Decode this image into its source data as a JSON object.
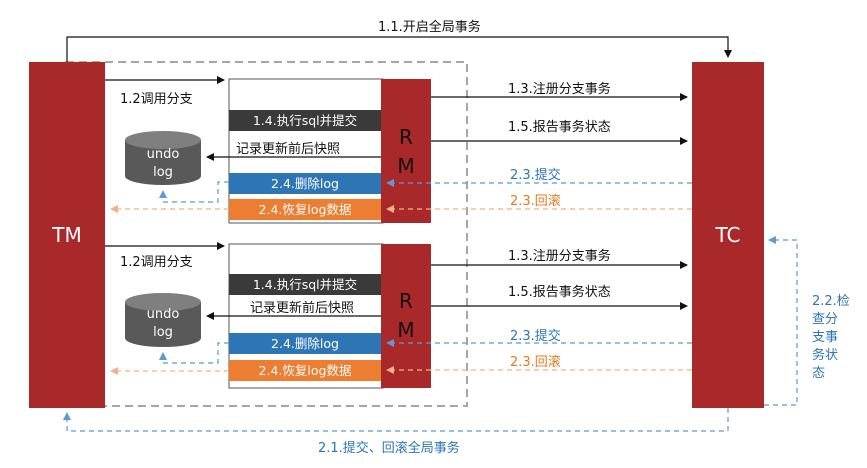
{
  "nodes": {
    "tm": "TM",
    "tc": "TC",
    "rm_top_line1": "R",
    "rm_top_line2": "M",
    "rm_bottom_line1": "R",
    "rm_bottom_line2": "M",
    "undo_line1": "undo",
    "undo_line2": "log"
  },
  "edges": {
    "begin_global": "1.1.开启全局事务",
    "call_branch": "1.2调用分支",
    "exec_sql": "1.4.执行sql并提交",
    "snapshot": "记录更新前后快照",
    "delete_log": "2.4.删除log",
    "restore_log": "2.4.恢复log数据",
    "register_branch": "1.3.注册分支事务",
    "report_status": "1.5.报告事务状态",
    "commit": "2.3.提交",
    "rollback": "2.3.回滚",
    "check_branch_lines": [
      "2.2.检",
      "查分",
      "支事",
      "务状",
      "态"
    ],
    "commit_rollback_global": "2.1.提交、回滚全局事务"
  },
  "colors": {
    "red": "#a9282a",
    "dark": "#3a3a3a",
    "blue_box": "#2e75b6",
    "orange_box": "#ed7d31",
    "blue_line": "#5b9bd5",
    "orange_line": "#f4b183",
    "db_gray": "#595959"
  }
}
